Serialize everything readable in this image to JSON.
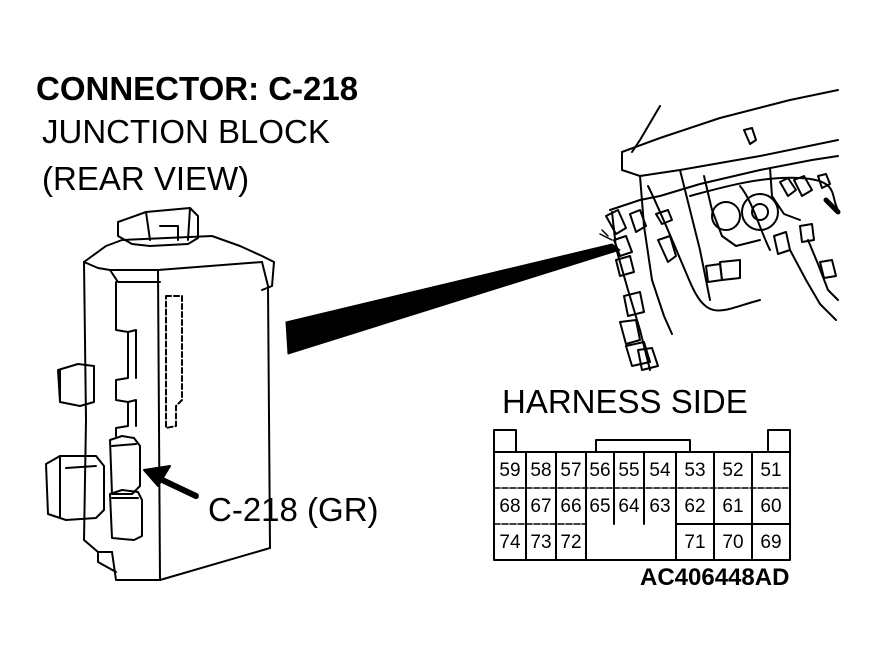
{
  "header": {
    "title": "CONNECTOR: C-218",
    "line1": "JUNCTION BLOCK",
    "line2": "(REAR VIEW)"
  },
  "callout_label": "C-218 (GR)",
  "harness_label": "HARNESS SIDE",
  "figure_id": "AC406448AD",
  "connector": {
    "rows": [
      [
        "59",
        "58",
        "57",
        "56",
        "55",
        "54",
        "53",
        "52",
        "51"
      ],
      [
        "68",
        "67",
        "66",
        "65",
        "64",
        "63",
        "62",
        "61",
        "60"
      ],
      [
        "74",
        "73",
        "72",
        "",
        "",
        "",
        "71",
        "70",
        "69"
      ]
    ]
  }
}
